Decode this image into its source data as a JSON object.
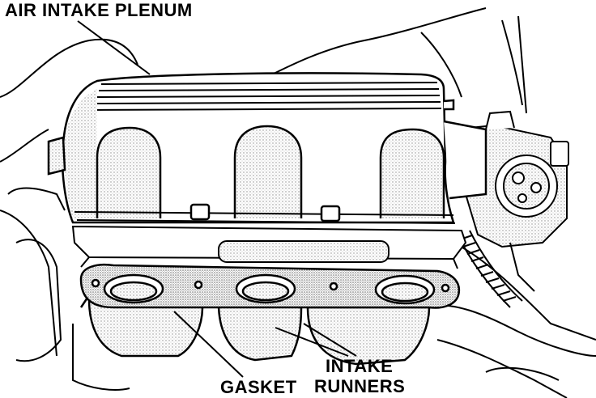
{
  "labels": {
    "air_intake_plenum": "AIR INTAKE PLENUM",
    "gasket": "GASKET",
    "intake_runners_line1": "INTAKE",
    "intake_runners_line2": "RUNNERS"
  },
  "colors": {
    "ink": "#000000",
    "paper": "#ffffff",
    "stipple": "#9a9a9a"
  }
}
